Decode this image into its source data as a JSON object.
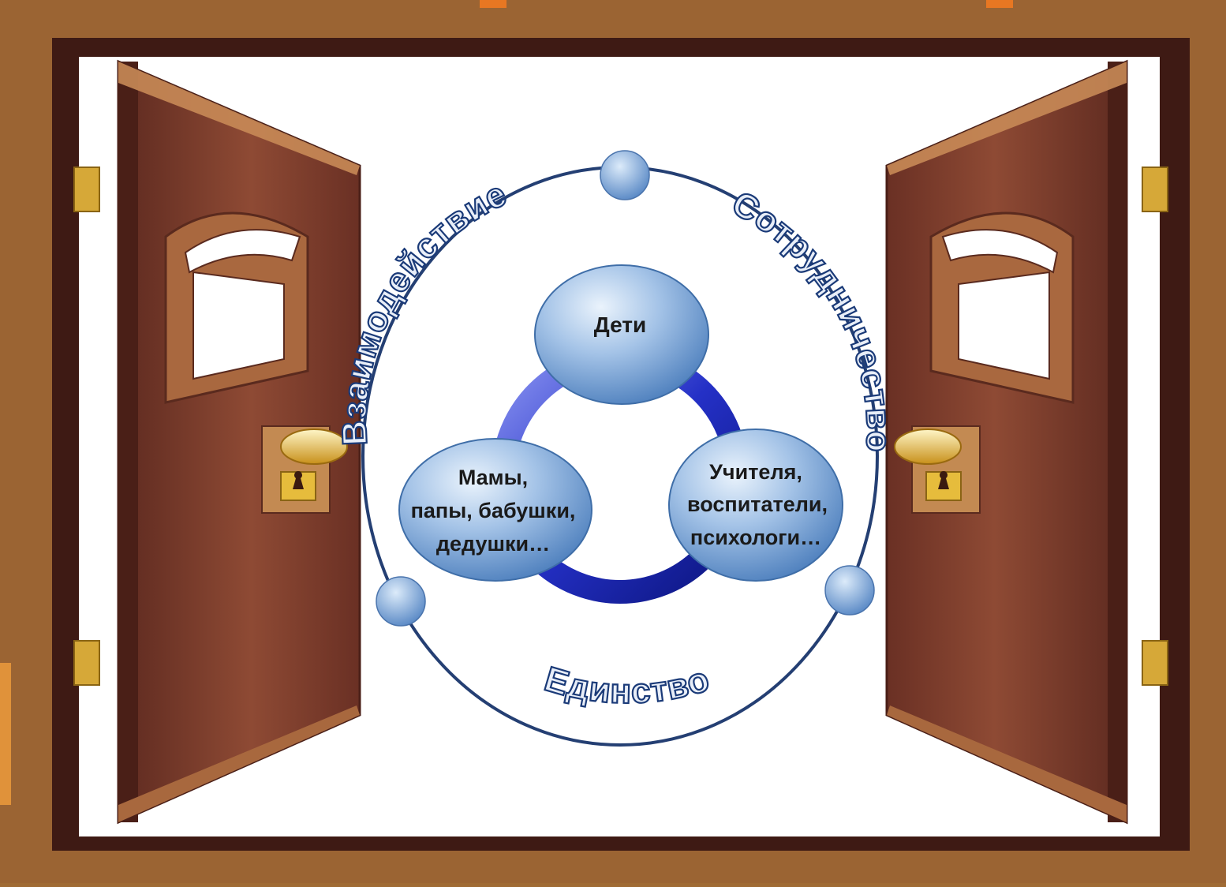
{
  "diagram": {
    "arc_labels": {
      "left": "Взаимодействие",
      "right": "Сотрудничество",
      "bottom": "Единство"
    },
    "nodes": {
      "top": [
        "Дети"
      ],
      "left": [
        "Мамы,",
        "папы, бабушки,",
        "дедушки…"
      ],
      "right": [
        "Учителя,",
        "воспитатели,",
        "психологи…"
      ]
    }
  },
  "colors": {
    "frame": "#9b6433",
    "door": "#7a3a2c",
    "ring": "#1a22a8",
    "node": "#6d9bd0",
    "circle_line": "#243f73",
    "text": "#1a1a1a",
    "arc_text": "#1a3a78"
  }
}
